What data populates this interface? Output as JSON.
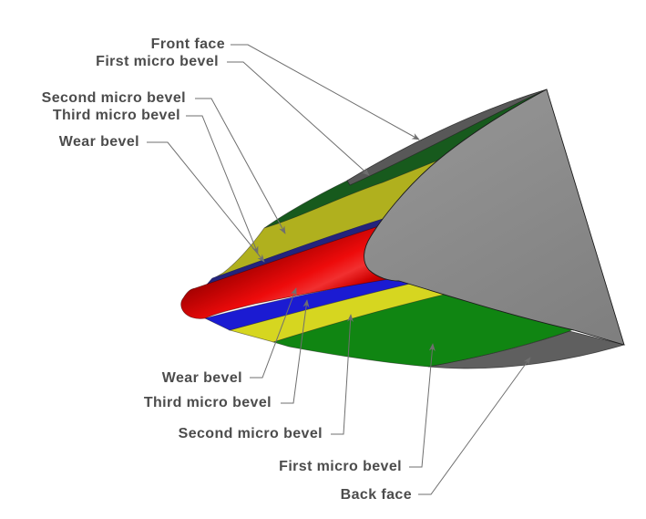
{
  "diagram": {
    "subject": "chisel-edge-bevel-diagram",
    "labels": {
      "top": [
        {
          "text": "Front face"
        },
        {
          "text": "First micro bevel"
        },
        {
          "text": "Second micro bevel"
        },
        {
          "text": "Third micro bevel"
        },
        {
          "text": "Wear bevel"
        }
      ],
      "bottom": [
        {
          "text": "Wear bevel"
        },
        {
          "text": "Third micro bevel"
        },
        {
          "text": "Second micro bevel"
        },
        {
          "text": "First micro bevel"
        },
        {
          "text": "Back face"
        }
      ]
    }
  },
  "colors": {
    "wear_bevel": "#ee0b0b",
    "third_micro_bevel_top": "#23237c",
    "third_micro_bevel_bottom": "#1b1bd2",
    "second_micro_bevel_top": "#b0b01e",
    "second_micro_bevel_bottom": "#d6d620",
    "first_micro_bevel_top": "#175a1d",
    "first_micro_bevel_bottom": "#108512",
    "front_face_strip": "#585858",
    "back_face_strip": "#5f5f5f",
    "end_face": "#949494",
    "leader_line": "#6f6f6f",
    "label_text": "#4c4c4c"
  }
}
